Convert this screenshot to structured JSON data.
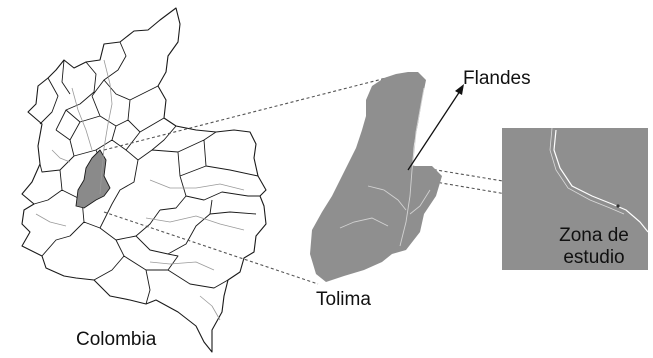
{
  "labels": {
    "country": "Colombia",
    "department": "Tolima",
    "municipality": "Flandes",
    "study_zone_line1": "Zona de",
    "study_zone_line2": "estudio"
  },
  "colors": {
    "land_fill": "#8f8f8f",
    "highlight_fill": "#8a8a8a",
    "border": "#1a1a1a",
    "rivers": "#9a9a9a",
    "rivers_light": "#d2d2d2",
    "connector": "#555555",
    "text": "#111111"
  }
}
